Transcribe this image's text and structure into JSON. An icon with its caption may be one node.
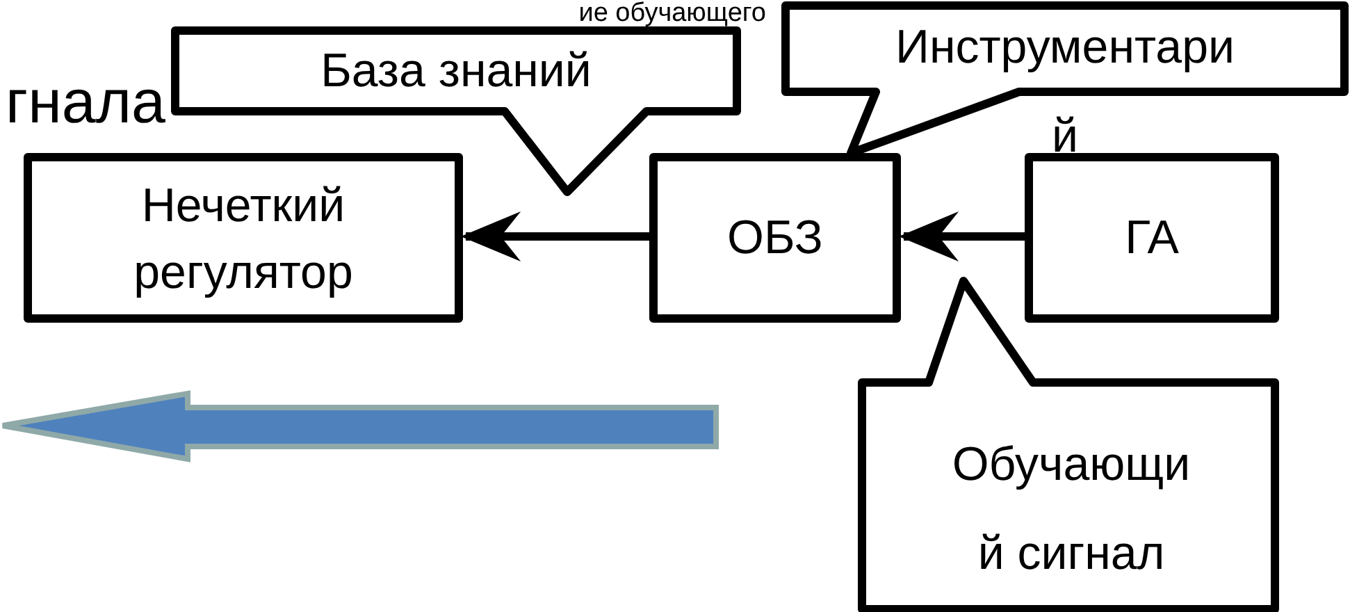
{
  "diagram": {
    "nodes": [
      {
        "text": [
          "База знаний"
        ]
      },
      {
        "text": [
          "Инструментари й"
        ]
      },
      {
        "text": [
          "Нечеткий регулятор"
        ]
      },
      {
        "text": [
          "ОБЗ"
        ]
      },
      {
        "text": [
          "ГА"
        ]
      },
      {
        "text": [
          "Обучающи й сигнал"
        ]
      }
    ],
    "edges": [
      {
        "from": 4,
        "to": 3,
        "arrow": "to"
      },
      {
        "from": 3,
        "to": 2,
        "arrow": "to"
      }
    ],
    "labels": [
      "ие обучающего",
      "гнала"
    ]
  }
}
